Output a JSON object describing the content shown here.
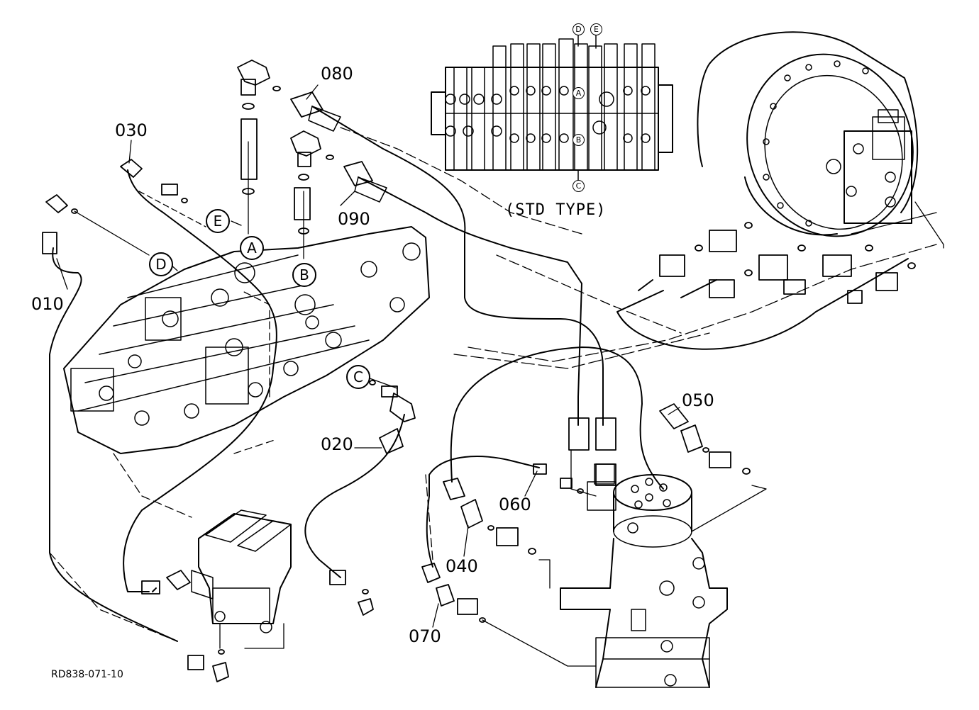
{
  "parts": {
    "p010": "010",
    "p020": "020",
    "p030": "030",
    "p040": "040",
    "p050": "050",
    "p060": "060",
    "p070": "070",
    "p080": "080",
    "p090": "090"
  },
  "ports": {
    "a": "A",
    "b": "B",
    "c": "C",
    "d": "D",
    "e": "E"
  },
  "inset_caption": "(STD TYPE)",
  "drawing_code": "RD838-071-10"
}
